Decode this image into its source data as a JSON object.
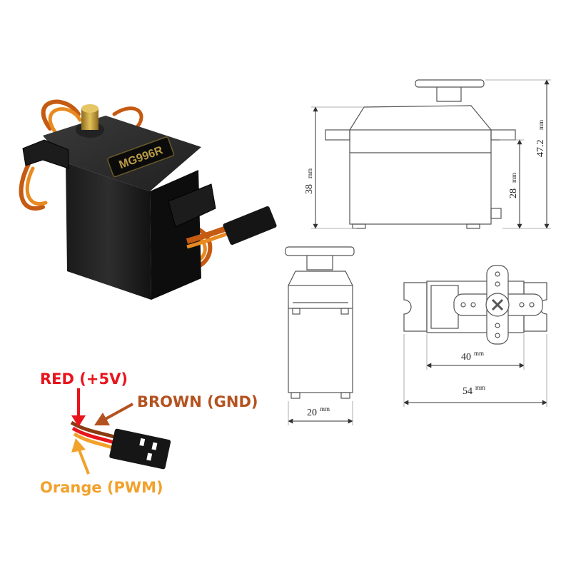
{
  "servo_photo": {
    "model_marking": "MG996R"
  },
  "dimensions": {
    "body_height": "38",
    "body_height_unit": "mm",
    "total_height": "47.2",
    "total_height_unit": "mm",
    "lower_height": "28",
    "lower_height_unit": "mm",
    "body_width": "20",
    "body_width_unit": "mm",
    "mount_spacing": "40",
    "mount_spacing_unit": "mm",
    "total_length": "54",
    "total_length_unit": "mm"
  },
  "wiring": {
    "red": "RED (+5V)",
    "brown": "BROWN (GND)",
    "orange": "Orange (PWM)"
  },
  "colors": {
    "red": "#e8141b",
    "brown": "#b4521f",
    "orange": "#f2a12b",
    "line": "#4a4a4a"
  }
}
